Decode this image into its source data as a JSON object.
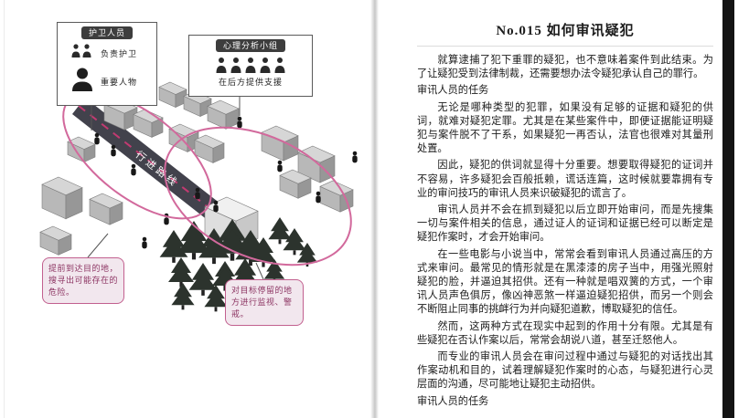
{
  "book": {
    "left_page": {
      "guard_box": {
        "title": "护卫人员",
        "guards_label": "负责护卫",
        "vip_label": "重要人物"
      },
      "psych_box": {
        "title": "心理分析小组",
        "support_label": "在后方提供支援"
      },
      "road_label": "行进路线",
      "callouts": {
        "scout": "提前到达目的地，搜寻出可能存在的危险。",
        "watch": "对目标停留的地方进行监视、警戒。"
      },
      "icons": {
        "guard_pair": "two-person-silhouette-icon",
        "vip": "person-bust-icon",
        "team": "group-silhouette-icon",
        "trees": "pine-tree-icon",
        "figures": "person-silhouette-icon"
      },
      "colors": {
        "accent": "#c2608f",
        "road": "#42424c",
        "building": "#d6d6d6",
        "tree": "#2c332d"
      }
    },
    "right_page": {
      "title": "No.015 如何审讯疑犯",
      "sections": [
        {
          "kind": "p",
          "text": "就算逮捕了犯下重罪的疑犯，也不意味着案件到此结束。为了让疑犯受到法律制裁，还需要想办法令疑犯承认自己的罪行。"
        },
        {
          "kind": "h",
          "text": "审讯人员的任务"
        },
        {
          "kind": "p",
          "text": "无论是哪种类型的犯罪，如果没有足够的证据和疑犯的供词，就难对疑犯定罪。尤其是在某些案件中，即便证据能证明疑犯与案件脱不了干系，如果疑犯一再否认，法官也很难对其量刑处置。"
        },
        {
          "kind": "p",
          "text": "因此，疑犯的供词就显得十分重要。想要取得疑犯的证词并不容易，许多疑犯会百般抵赖，谎话连篇，这时候就要靠拥有专业的审问技巧的审讯人员来识破疑犯的谎言了。"
        },
        {
          "kind": "p",
          "text": "审讯人员并不会在抓到疑犯以后立即开始审问，而是先搜集一切与案件相关的信息，通过证人的证词和证据已经可以断定是疑犯作案时，才会开始审问。"
        },
        {
          "kind": "p",
          "text": "在一些电影与小说当中，常常会看到审讯人员通过高压的方式来审问。最常见的情形就是在黑漆漆的房子当中，用强光照射疑犯的脸，并逼迫其招供。还有一种就是唱双簧的方式，一个审讯人员声色俱厉，像凶神恶煞一样逼迫疑犯招供，而另一个则会不断阻止同事的挑衅行为并向疑犯道歉，博取疑犯的信任。"
        },
        {
          "kind": "p",
          "text": "然而，这两种方式在现实中起到的作用十分有限。尤其是有些疑犯在否认作案以后，常常会胡说八道，甚至迁怒他人。"
        },
        {
          "kind": "p",
          "text": "而专业的审讯人员会在审问过程中通过与疑犯的对话找出其作案动机和目的，试着理解疑犯作案时的心态，与疑犯进行心灵层面的沟通，尽可能地让疑犯主动招供。"
        },
        {
          "kind": "h",
          "text": "审讯人员的任务"
        }
      ]
    }
  }
}
